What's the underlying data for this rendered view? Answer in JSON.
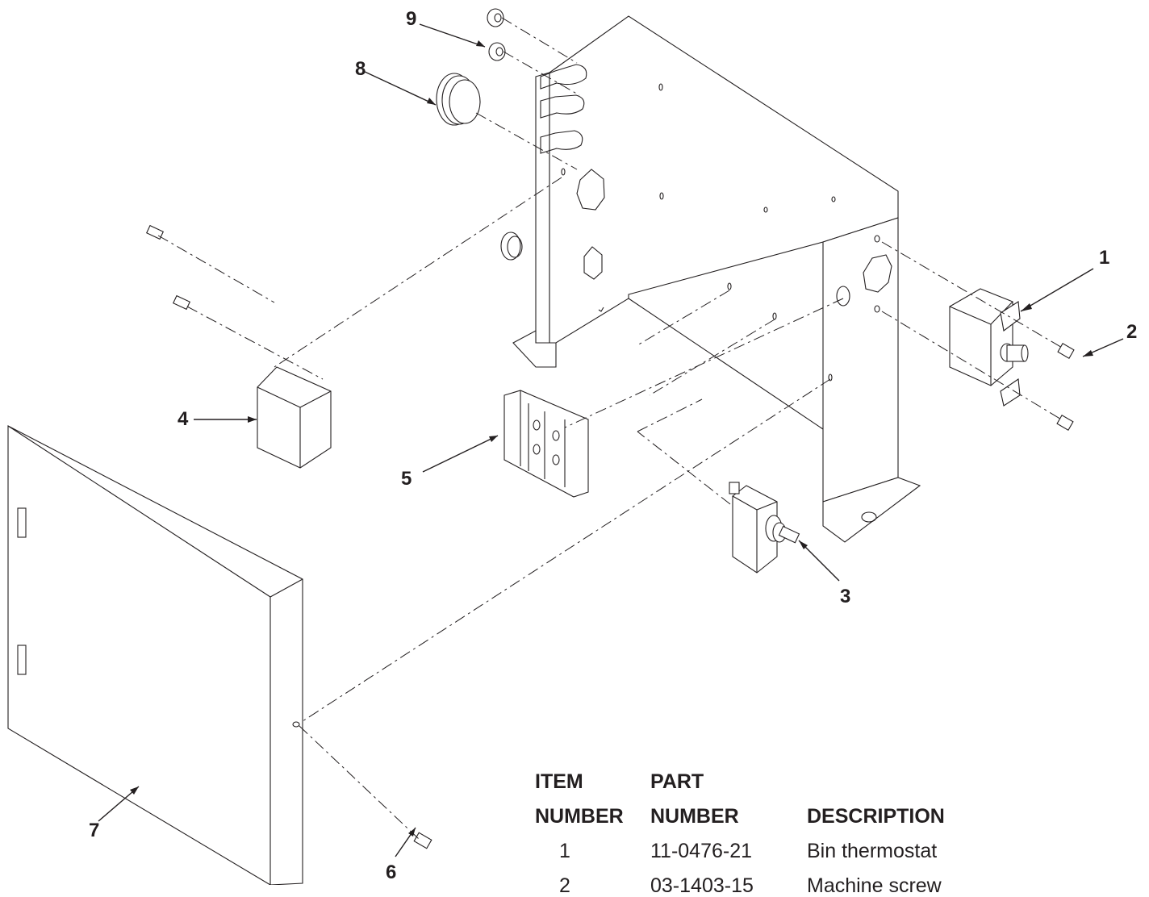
{
  "callouts": {
    "c1": "1",
    "c2": "2",
    "c3": "3",
    "c4": "4",
    "c5": "5",
    "c6": "6",
    "c7": "7",
    "c8": "8",
    "c9": "9"
  },
  "table": {
    "headers": {
      "item_line1": "ITEM",
      "item_line2": "NUMBER",
      "part_line1": "PART",
      "part_line2": "NUMBER",
      "description": "DESCRIPTION"
    },
    "rows": [
      {
        "item": "1",
        "part": "11-0476-21",
        "description": "Bin thermostat"
      },
      {
        "item": "2",
        "part": "03-1403-15",
        "description": "Machine screw"
      }
    ]
  }
}
